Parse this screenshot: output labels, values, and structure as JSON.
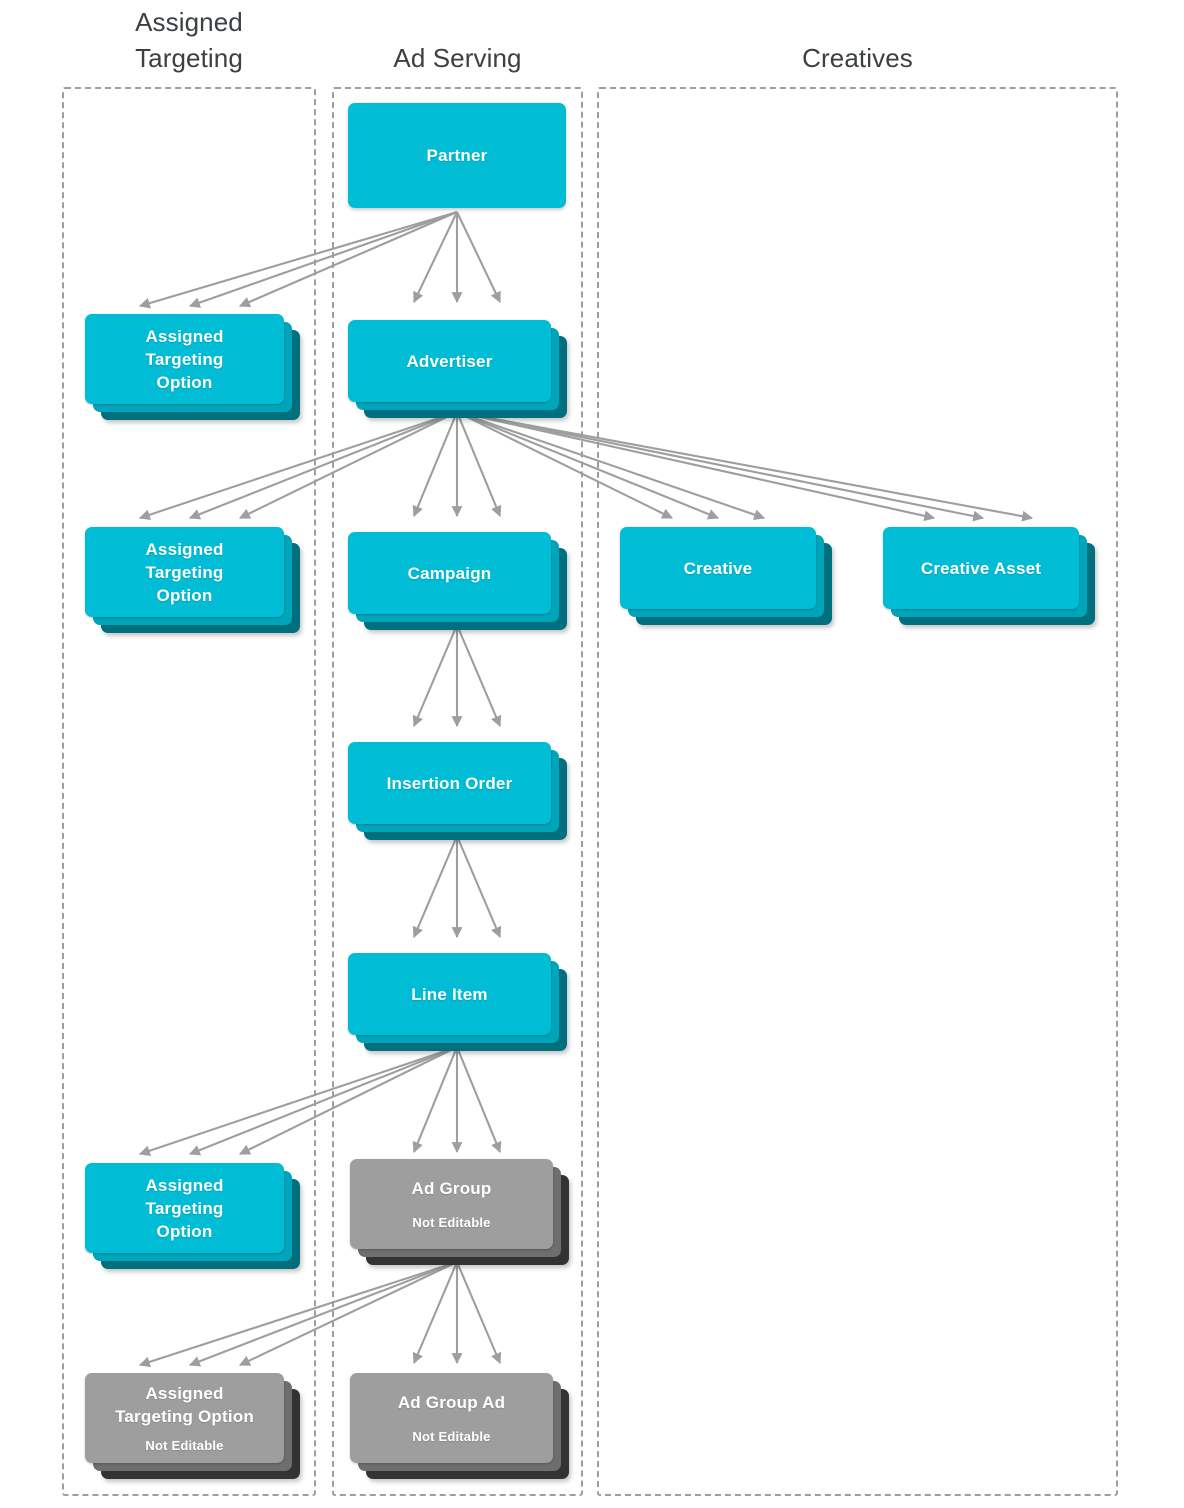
{
  "diagram": {
    "title_text_color": "#3c4043",
    "accent_cyan": "#00bcd4",
    "accent_cyan_mid": "#00a5bb",
    "accent_cyan_dark": "#00707e",
    "accent_grey": "#9e9e9e",
    "accent_grey_mid": "#6e6e6e",
    "accent_grey_dark": "#333333",
    "arrow_color": "#9e9e9e",
    "lane_border_color": "#9e9e9e",
    "background": "#ffffff"
  },
  "groups": [
    {
      "label": "Assigned\nTargeting",
      "label_line1": "Assigned",
      "label_line2": "Targeting"
    },
    {
      "label": "Ad Serving"
    },
    {
      "label": "Creatives"
    }
  ],
  "nodes": [
    {
      "id": "partner",
      "title": "Partner",
      "subtitle": "",
      "stacked": false,
      "style": "cyan"
    },
    {
      "id": "ato1",
      "title": "Assigned\nTargeting\nOption",
      "subtitle": "",
      "stacked": true,
      "style": "cyan"
    },
    {
      "id": "advertiser",
      "title": "Advertiser",
      "subtitle": "",
      "stacked": true,
      "style": "cyan"
    },
    {
      "id": "ato2",
      "title": "Assigned\nTargeting\nOption",
      "subtitle": "",
      "stacked": true,
      "style": "cyan"
    },
    {
      "id": "campaign",
      "title": "Campaign",
      "subtitle": "",
      "stacked": true,
      "style": "cyan"
    },
    {
      "id": "creative",
      "title": "Creative",
      "subtitle": "",
      "stacked": true,
      "style": "cyan"
    },
    {
      "id": "creative_asset",
      "title": "Creative Asset",
      "subtitle": "",
      "stacked": true,
      "style": "cyan"
    },
    {
      "id": "insertion_order",
      "title": "Insertion Order",
      "subtitle": "",
      "stacked": true,
      "style": "cyan"
    },
    {
      "id": "line_item",
      "title": "Line Item",
      "subtitle": "",
      "stacked": true,
      "style": "cyan"
    },
    {
      "id": "ato3",
      "title": "Assigned\nTargeting\nOption",
      "subtitle": "",
      "stacked": true,
      "style": "cyan"
    },
    {
      "id": "ad_group",
      "title": "Ad Group",
      "subtitle": "Not Editable",
      "stacked": true,
      "style": "grey"
    },
    {
      "id": "ato4",
      "title": "Assigned\nTargeting Option",
      "subtitle": "Not Editable",
      "stacked": true,
      "style": "grey"
    },
    {
      "id": "ad_group_ad",
      "title": "Ad Group Ad",
      "subtitle": "Not Editable",
      "stacked": true,
      "style": "grey"
    }
  ],
  "labels": {
    "partner": "Partner",
    "advertiser": "Advertiser",
    "campaign": "Campaign",
    "insertion_order": "Insertion Order",
    "line_item": "Line Item",
    "ad_group": "Ad Group",
    "ad_group_ad": "Ad Group Ad",
    "creative": "Creative",
    "creative_asset": "Creative Asset",
    "ato_l1": "Assigned",
    "ato_l2": "Targeting",
    "ato_l3": "Option",
    "ato4_l1": "Assigned",
    "ato4_l2": "Targeting Option",
    "not_editable": "Not Editable"
  },
  "edges": [
    {
      "from": "partner",
      "to": "ato1",
      "multiplicity": 3
    },
    {
      "from": "partner",
      "to": "advertiser",
      "multiplicity": 3
    },
    {
      "from": "advertiser",
      "to": "ato2",
      "multiplicity": 3
    },
    {
      "from": "advertiser",
      "to": "campaign",
      "multiplicity": 3
    },
    {
      "from": "advertiser",
      "to": "creative",
      "multiplicity": 3
    },
    {
      "from": "advertiser",
      "to": "creative_asset",
      "multiplicity": 3
    },
    {
      "from": "campaign",
      "to": "insertion_order",
      "multiplicity": 3
    },
    {
      "from": "insertion_order",
      "to": "line_item",
      "multiplicity": 3
    },
    {
      "from": "line_item",
      "to": "ato3",
      "multiplicity": 3
    },
    {
      "from": "line_item",
      "to": "ad_group",
      "multiplicity": 3
    },
    {
      "from": "ad_group",
      "to": "ato4",
      "multiplicity": 3
    },
    {
      "from": "ad_group",
      "to": "ad_group_ad",
      "multiplicity": 3
    }
  ]
}
